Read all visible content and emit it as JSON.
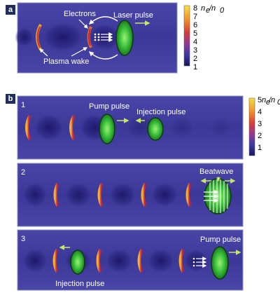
{
  "panel_a": {
    "tag": "a",
    "labels": {
      "electrons": "Electrons",
      "laser_pulse": "Laser pulse",
      "plasma_wake": "Plasma wake"
    },
    "colorbar": {
      "title_n": "n",
      "title_sub_e": "e",
      "title_slash": "/n",
      "title_sub_0": "0",
      "ticks": [
        "8",
        "7",
        "6",
        "5",
        "4",
        "3",
        "2",
        "1"
      ]
    }
  },
  "panel_b": {
    "tag": "b",
    "sub1": {
      "number": "1",
      "pump": "Pump pulse",
      "injection": "Injection pulse"
    },
    "sub2": {
      "number": "2",
      "beatwave": "Beatwave"
    },
    "sub3": {
      "number": "3",
      "injection": "Injection pulse",
      "pump": "Pump pulse"
    },
    "colorbar": {
      "title_n": "n",
      "title_sub_e": "e",
      "title_slash": "/n",
      "title_sub_0": "0",
      "ticks": [
        "5",
        "4",
        "3",
        "2",
        "1"
      ]
    }
  },
  "colors": {
    "background": "#3d3a9a",
    "density_dark": "#1e1a6e",
    "crest_red": "#d43a2a",
    "crest_orange": "#f08a2a",
    "pulse_green": "#35c23a",
    "arrow": "#c8e860"
  }
}
